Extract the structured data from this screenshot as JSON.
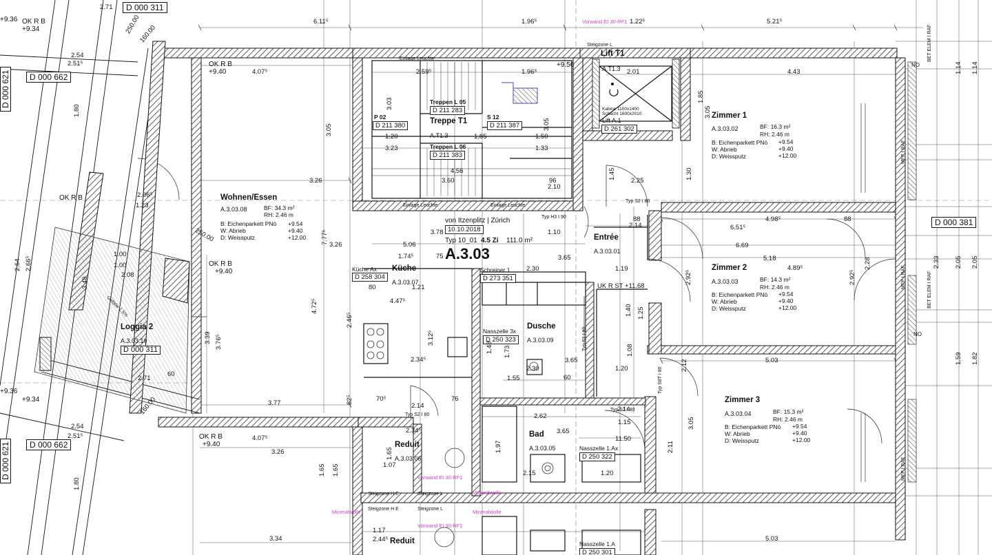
{
  "project": {
    "unit_code": "A.3.03",
    "author": "von Itzenplitz | Zürich",
    "date": "10.10.2018",
    "unit_type": "Typ 10_01",
    "rooms_count": "4.5 Zi",
    "area": "111.0 m²"
  },
  "rooms": {
    "wohnen": {
      "name": "Wohnen/Essen",
      "code": "A.3.03.08",
      "bf": "BF:  34.3 m²",
      "rh": "RH:  2.46 m",
      "b": "B: Eichenparkett PNö",
      "w": "W: Abrieb",
      "d": "D: Weissputz",
      "lvl1": "+9.54",
      "lvl2": "+9.40",
      "lvl3": "+12.00"
    },
    "zimmer1": {
      "name": "Zimmer 1",
      "code": "A.3.03.02",
      "bf": "BF:  16.3 m²",
      "rh": "RH:  2.46 m",
      "b": "B: Eichenparkett PNö",
      "w": "W: Abrieb",
      "d": "D: Weissputz",
      "lvl1": "+9.54",
      "lvl2": "+9.40",
      "lvl3": "+12.00"
    },
    "zimmer2": {
      "name": "Zimmer 2",
      "code": "A.3.03.03",
      "bf": "BF:  14.3 m²",
      "rh": "RH:  2.46 m",
      "b": "B: Eichenparkett PNö",
      "w": "W: Abrieb",
      "d": "D: Weissputz",
      "lvl1": "+9.54",
      "lvl2": "+9.40",
      "lvl3": "+12.00"
    },
    "zimmer3": {
      "name": "Zimmer 3",
      "code": "A.3.03.04",
      "bf": "BF:  15.3 m²",
      "rh": "RH:  2.46 m",
      "b": "B: Eichenparkett PNö",
      "w": "W: Abrieb",
      "d": "D: Weissputz",
      "lvl1": "+9.54",
      "lvl2": "+9.40",
      "lvl3": "+12.00"
    },
    "kueche": {
      "name": "Küche",
      "code": "A.3.03.07"
    },
    "entree": {
      "name": "Entrée",
      "code": "A.3.03.01"
    },
    "dusche": {
      "name": "Dusche",
      "code": "A.3.03.09"
    },
    "bad": {
      "name": "Bad",
      "code": "A.3.03.05"
    },
    "reduit": {
      "name": "Reduit",
      "code": "A.3.03.06"
    },
    "reduit2": {
      "name": "Reduit"
    },
    "loggia": {
      "name": "Loggia 2",
      "code": "A.3.03.10"
    },
    "treppe": {
      "name": "Treppe T1",
      "code": "A.T1.3"
    },
    "lift": {
      "name": "Lift T1",
      "code": "A.T1.3",
      "cabin": "Kabine 1100x1400",
      "shaft": "Schacht 1600x2010",
      "sub": "Lift A.1"
    }
  },
  "refs": {
    "d311": "D  000  311",
    "d621": "D  000  621",
    "d662": "D  000  662",
    "d381": "D  000  381",
    "d211380": "D  211 380",
    "d211283": "D  211 283",
    "d211387": "D  211 387",
    "d211383": "D  211 383",
    "d261302": "D  261 302",
    "d258304": "D  258 304",
    "d273351": "D  273 351",
    "d250323": "D  250 323",
    "d250322": "D  250 322",
    "d250301": "D  250 301",
    "d311b": "D  000  311",
    "d621b": "D  000  621",
    "d662b": "D  000  662"
  },
  "labels": {
    "treppen_l05": "Treppen L 05",
    "treppen_l06": "Treppen L 06",
    "p02": "P 02",
    "s12": "S 12",
    "kueche_ax": "Küche Ax",
    "schreiner": "Schreiner 1",
    "nasszelle3": "Nasszelle 3x",
    "nasszelle1a": "Nasszelle 1.Ax",
    "nasszelle1": "Nasszelle 1.A",
    "einlage": "Einlage Leuchte",
    "einlage2": "Einlage Leuchte",
    "einlage3": "Einlage Leuchte",
    "steigzone": "Steigzone L",
    "steigzone_he": "Steigzone H E",
    "steigzone_he2": "Steigzone H E",
    "steigzone_l2": "Steigzone L",
    "steigzone_l3": "Steigzone L",
    "mineralwolle": "Mineralwolle",
    "mineralwolle2": "Mineralwolle",
    "mineralwolle3": "Mineralwolle",
    "vorwand": "Vorwand EI 30-RF1",
    "vorwand2": "Vorwand EI 30-RF1",
    "vorwand3": "Vorwand EI 30-RF1",
    "uk_r_st": "UK R ST +11.68",
    "okrb1": "OK R B",
    "okrb1v": "+9.40",
    "okrb2": "OK R B",
    "okrb2v": "+9.40",
    "okrb3": "OK R B",
    "okrb3v": "+9.40",
    "okrb4": "OK R B",
    "okrb5": "OK R B",
    "okrb_936": "+9.36",
    "okrb_934": "+9.34",
    "okrb_936b": "+9.36",
    "okrb_934b": "+9.34",
    "lvl956": "+9.56",
    "typ_s2_80": "Typ S2 I 80",
    "typ_s2_80b": "Typ S2 I 80",
    "typ_s2_80c": "Typ S2 I 80",
    "typ_h3_90": "Typ H3 I 90",
    "typ_s1_80": "Typ S1 I 80",
    "typ_s8t_80": "Typ S8T I 80",
    "gefaelle": "Gefälle 1.5%",
    "bet_elem": "BET ELEM I RAF",
    "bet_elem2": "BET ELEM I RAF",
    "mfp1": "MFP I RAF",
    "mfp2": "MFP I RAF",
    "mfp3": "MFP I RAF",
    "no1": "NO",
    "no2": "NO"
  },
  "dims": {
    "d611": "6.11⁵",
    "d196": "1.96⁵",
    "d196b": "1.96⁵",
    "d521": "5.21⁵",
    "d122": "1.22⁵",
    "d407": "4.07⁵",
    "d259": "2.59⁵",
    "d201": "2.01",
    "d443": "4.43",
    "d303": "3.03",
    "d305": "3.05",
    "d305b": "3.05",
    "d305c": "3.05",
    "d305d": "3.05",
    "d120": "1.20",
    "d185": "1.85",
    "d150": "1.50",
    "d323": "3.23",
    "d133": "1.33",
    "d456": "4.56",
    "d360": "3.60",
    "d326": "3.26",
    "d326b": "3.26",
    "d326c": "3.26",
    "d210": "2.10",
    "d225": "2.25",
    "d145": "1.45",
    "d130": "1.30",
    "d498": "4.98⁵",
    "d651": "6.51⁵",
    "d669": "6.69",
    "d518": "5.18",
    "d489": "4.89⁵",
    "d214": "2.14",
    "d214b": "2.14",
    "d214c": "2.14",
    "d378": "3.78",
    "d506": "5.06",
    "d174": "1.74⁵",
    "d777": "7.77⁵",
    "d472": "4.72⁵",
    "d376": "3.76⁵",
    "d339": "3.39",
    "d377": "3.77",
    "d230": "2.30",
    "d365": "3.65",
    "d365b": "3.65",
    "d365c": "3.65",
    "d119": "1.19",
    "d110": "1.10",
    "d121": "1.21",
    "d246": "2.46⁵",
    "d447": "4.47⁵",
    "d312": "3.12⁵",
    "d234": "2.34⁵",
    "d234b": "2.34⁵",
    "d148": "1.48",
    "d173": "1.73",
    "d155": "1.55",
    "d230b": "2.30",
    "d140": "1.40",
    "d125": "1.25",
    "d108": "1.08",
    "d120b": "1.20",
    "d120c": "1.20",
    "d120d": "1.20",
    "d503": "5.03",
    "d503b": "5.03",
    "d262": "2.62",
    "d115": "1.15",
    "d1150": "11.50",
    "d211": "2.11",
    "d215": "2.15",
    "d197": "1.97",
    "d165": "1.65",
    "d165b": "1.65",
    "d165c": "1.65",
    "d107": "1.07",
    "d117": "1.17",
    "d244": "2.44⁵",
    "d334": "3.34",
    "d271": "2.71",
    "d271b": "2.71",
    "d254": "2.54",
    "d254b": "2.54",
    "d251": "2.51⁵",
    "d251b": "2.51⁵",
    "d180": "1.80",
    "d180b": "1.80",
    "d264": "2.64",
    "d266": "2.66⁵",
    "d100": "1.00",
    "d100b": "1.00",
    "d208": "2.08",
    "d348": "3.48",
    "d123": "1.23",
    "d206": "2.06⁵",
    "d250": "250.00",
    "d160": "160.00",
    "d160b": "160.00",
    "d250b": "250.00",
    "d114": "1.14",
    "d114b": "1.14",
    "d159": "1.59",
    "d182": "1.82",
    "d205": "2.05",
    "d205b": "2.05",
    "d233": "2.33",
    "d228": "2.28",
    "d292": "2.92⁵",
    "d292b": "2.92⁵",
    "d212": "2.12",
    "d088": "88",
    "d088b": "88",
    "d076": "76",
    "d075": "75",
    "d096": "96",
    "d080": "80",
    "d060": "60",
    "d060b": "60",
    "d070": "70⁵",
    "d082": "82⁵"
  }
}
